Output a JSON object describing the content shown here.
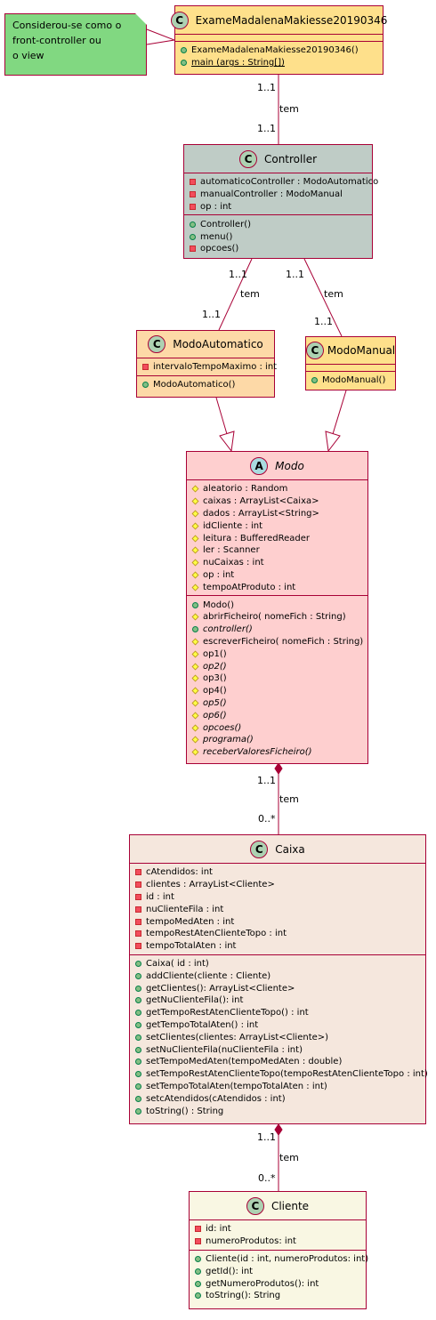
{
  "note": {
    "lines": [
      "Considerou-se como o",
      "front-controller ou",
      "o view"
    ]
  },
  "classes": {
    "exame": {
      "name": "ExameMadalenaMakiesse20190346",
      "stereotype": "C",
      "attributes": [],
      "methods": [
        {
          "vis": "public",
          "text": "ExameMadalenaMakiesse20190346()"
        },
        {
          "vis": "public",
          "text": "main (args : String[])",
          "style": "underline"
        }
      ]
    },
    "controller": {
      "name": "Controller",
      "stereotype": "C",
      "attributes": [
        {
          "vis": "private",
          "text": "automaticoController : ModoAutomatico"
        },
        {
          "vis": "private",
          "text": "manualController : ModoManual"
        },
        {
          "vis": "private",
          "text": "op : int"
        }
      ],
      "methods": [
        {
          "vis": "public",
          "text": "Controller()"
        },
        {
          "vis": "public",
          "text": "menu()"
        },
        {
          "vis": "private",
          "text": "opcoes()"
        }
      ]
    },
    "modoAutomatico": {
      "name": "ModoAutomatico",
      "stereotype": "C",
      "attributes": [
        {
          "vis": "private",
          "text": "intervaloTempoMaximo : int"
        }
      ],
      "methods": [
        {
          "vis": "public",
          "text": "ModoAutomatico()"
        }
      ]
    },
    "modoManual": {
      "name": "ModoManual",
      "stereotype": "C",
      "attributes": [],
      "methods": [
        {
          "vis": "public",
          "text": "ModoManual()"
        }
      ]
    },
    "modo": {
      "name": "Modo",
      "stereotype": "A",
      "attributes": [
        {
          "vis": "protected",
          "text": "aleatorio : Random"
        },
        {
          "vis": "protected",
          "text": "caixas : ArrayList<Caixa>"
        },
        {
          "vis": "protected",
          "text": "dados : ArrayList<String>"
        },
        {
          "vis": "protected",
          "text": "idCliente : int"
        },
        {
          "vis": "protected",
          "text": "leitura : BufferedReader"
        },
        {
          "vis": "protected",
          "text": "ler : Scanner"
        },
        {
          "vis": "protected",
          "text": "nuCaixas : int"
        },
        {
          "vis": "protected",
          "text": "op : int"
        },
        {
          "vis": "protected",
          "text": "tempoAtProduto : int"
        }
      ],
      "methods": [
        {
          "vis": "public",
          "text": "Modo()"
        },
        {
          "vis": "protected",
          "text": "abrirFicheiro( nomeFich : String)"
        },
        {
          "vis": "public",
          "text": "controller()",
          "style": "italic"
        },
        {
          "vis": "protected",
          "text": "escreverFicheiro( nomeFich : String)"
        },
        {
          "vis": "protected",
          "text": "op1()"
        },
        {
          "vis": "protected",
          "text": "op2()",
          "style": "italic"
        },
        {
          "vis": "protected",
          "text": "op3()"
        },
        {
          "vis": "protected",
          "text": "op4()"
        },
        {
          "vis": "protected",
          "text": "op5()",
          "style": "italic"
        },
        {
          "vis": "protected",
          "text": "op6()",
          "style": "italic"
        },
        {
          "vis": "protected",
          "text": "opcoes()",
          "style": "italic"
        },
        {
          "vis": "protected",
          "text": "programa()",
          "style": "italic"
        },
        {
          "vis": "protected",
          "text": "receberValoresFicheiro()",
          "style": "italic"
        }
      ]
    },
    "caixa": {
      "name": "Caixa",
      "stereotype": "C",
      "attributes": [
        {
          "vis": "private",
          "text": "cAtendidos: int"
        },
        {
          "vis": "private",
          "text": "clientes : ArrayList<Cliente>"
        },
        {
          "vis": "private",
          "text": "id : int"
        },
        {
          "vis": "private",
          "text": "nuClienteFila : int"
        },
        {
          "vis": "private",
          "text": "tempoMedAten : int"
        },
        {
          "vis": "private",
          "text": "tempoRestAtenClienteTopo : int"
        },
        {
          "vis": "private",
          "text": "tempoTotalAten : int"
        }
      ],
      "methods": [
        {
          "vis": "public",
          "text": "Caixa( id : int)"
        },
        {
          "vis": "public",
          "text": "addCliente(cliente : Cliente)"
        },
        {
          "vis": "public",
          "text": "getClientes(): ArrayList<Cliente>"
        },
        {
          "vis": "public",
          "text": "getNuClienteFila(): int"
        },
        {
          "vis": "public",
          "text": "getTempoRestAtenClienteTopo() : int"
        },
        {
          "vis": "public",
          "text": "getTempoTotalAten() : int"
        },
        {
          "vis": "public",
          "text": "setClientes(clientes: ArrayList<Cliente>)"
        },
        {
          "vis": "public",
          "text": "setNuClienteFila(nuClienteFila : int)"
        },
        {
          "vis": "public",
          "text": "setTempoMedAten(tempoMedAten : double)"
        },
        {
          "vis": "public",
          "text": "setTempoRestAtenClienteTopo(tempoRestAtenClienteTopo : int)"
        },
        {
          "vis": "public",
          "text": "setTempoTotalAten(tempoTotalAten : int)"
        },
        {
          "vis": "public",
          "text": "setcAtendidos(cAtendidos : int)"
        },
        {
          "vis": "public",
          "text": "toString() : String"
        }
      ]
    },
    "cliente": {
      "name": "Cliente",
      "stereotype": "C",
      "attributes": [
        {
          "vis": "private",
          "text": "id: int"
        },
        {
          "vis": "private",
          "text": "numeroProdutos: int"
        }
      ],
      "methods": [
        {
          "vis": "public",
          "text": "Cliente(id : int, numeroProdutos: int)"
        },
        {
          "vis": "public",
          "text": "getId(): int"
        },
        {
          "vis": "public",
          "text": "getNumeroProdutos(): int"
        },
        {
          "vis": "public",
          "text": "toString(): String"
        }
      ]
    }
  },
  "relations": {
    "exame_controller": {
      "label": "tem",
      "from_mult": "1..1",
      "to_mult": "1..1"
    },
    "controller_automatico": {
      "label": "tem",
      "from_mult": "1..1",
      "to_mult": "1..1"
    },
    "controller_manual": {
      "label": "tem",
      "from_mult": "1..1",
      "to_mult": "1..1"
    },
    "modo_caixa": {
      "label": "tem",
      "from_mult": "1..1",
      "to_mult": "0..*"
    },
    "caixa_cliente": {
      "label": "tem",
      "from_mult": "1..1",
      "to_mult": "0..*"
    }
  },
  "colors": {
    "border": "#a80036",
    "exame_fill": "#fee08b",
    "controller_fill": "#bfccc6",
    "automatico_fill": "#fdd9a7",
    "manual_fill": "#fee08b",
    "modo_fill": "#fecfcf",
    "caixa_fill": "#f5e7dd",
    "cliente_fill": "#f9f7e3",
    "note_fill": "#81d881"
  }
}
